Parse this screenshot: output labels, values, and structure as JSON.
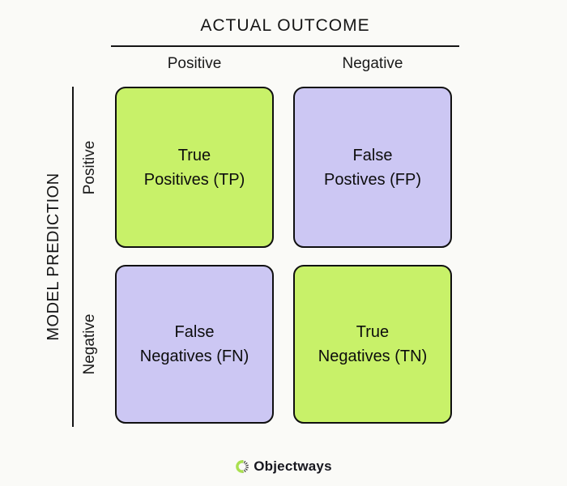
{
  "page": {
    "background": "#FAFAF7"
  },
  "top_axis": {
    "title": "ACTUAL OUTCOME",
    "columns": [
      "Positive",
      "Negative"
    ]
  },
  "left_axis": {
    "title": "MODEL PREDICTION",
    "rows": [
      "Positive",
      "Negative"
    ]
  },
  "matrix": {
    "cells": [
      {
        "id": "true-positives",
        "line1": "True",
        "line2": "Positives (TP)",
        "color": "#C8F169"
      },
      {
        "id": "false-positives",
        "line1": "False",
        "line2": "Postives (FP)",
        "color": "#CCC7F3"
      },
      {
        "id": "false-negatives",
        "line1": "False",
        "line2": "Negatives (FN)",
        "color": "#CCC7F3"
      },
      {
        "id": "true-negatives",
        "line1": "True",
        "line2": "Negatives (TN)",
        "color": "#C8F169"
      }
    ]
  },
  "footer": {
    "brand": "Objectways",
    "logo_green": "#A9E04F",
    "logo_dot_color": "#3a3a3a"
  },
  "colors": {
    "axis_line": "#151515",
    "cell_border": "#101010",
    "green_cell": "#C8F169",
    "purple_cell": "#CCC7F3"
  }
}
